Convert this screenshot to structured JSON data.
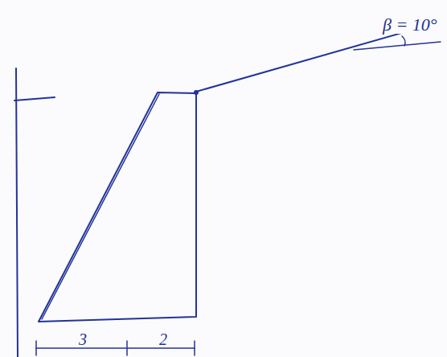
{
  "diagram": {
    "labels": [
      "β = 10°",
      "3",
      "2"
    ]
  }
}
